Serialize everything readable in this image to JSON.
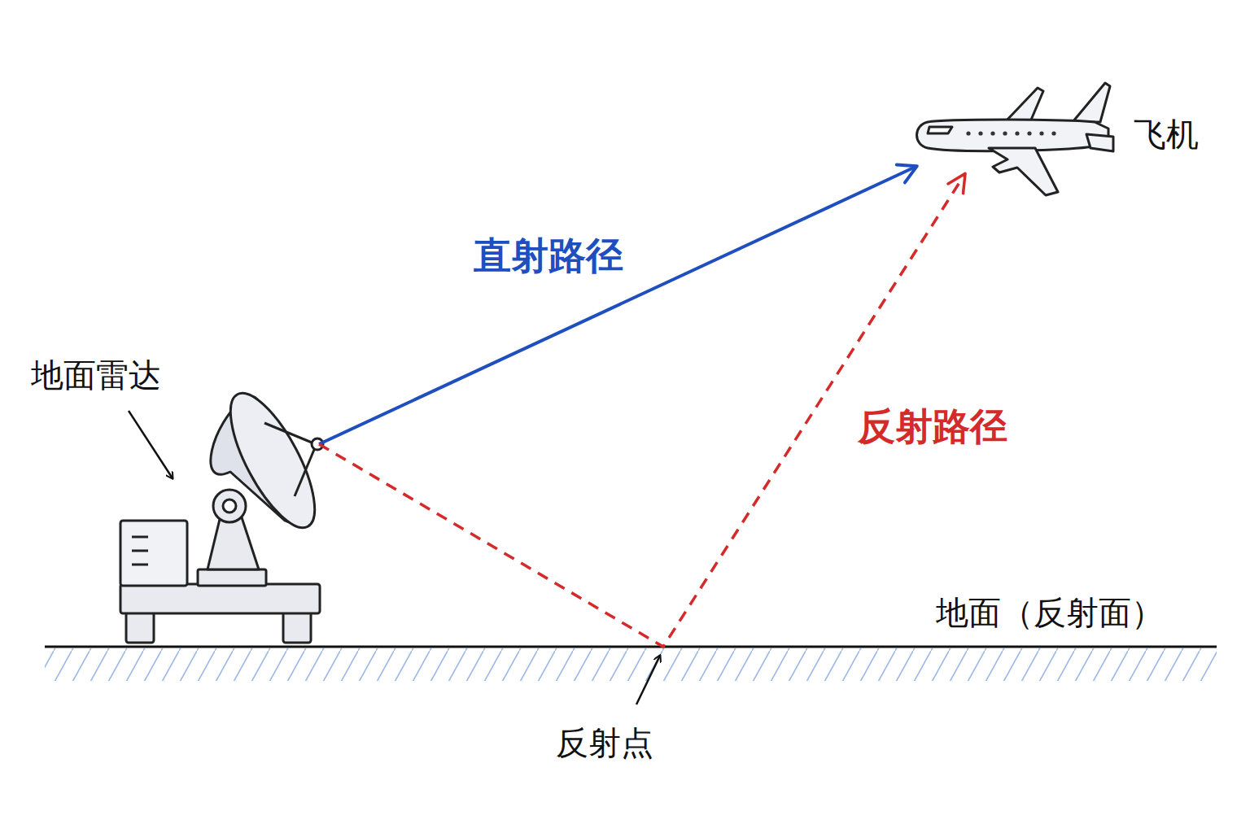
{
  "diagram": {
    "nodes": [
      {
        "text": [
          "地面雷达"
        ]
      },
      {
        "text": [
          "飞机"
        ]
      }
    ],
    "edges": [
      {
        "from": 0,
        "to": 1,
        "arrow": "to",
        "label": "直射路径"
      },
      {
        "from": 0,
        "to": 1,
        "arrow": "to",
        "label": "反射路径"
      }
    ],
    "labels": [
      "地面（反射面）",
      "反射点"
    ]
  }
}
